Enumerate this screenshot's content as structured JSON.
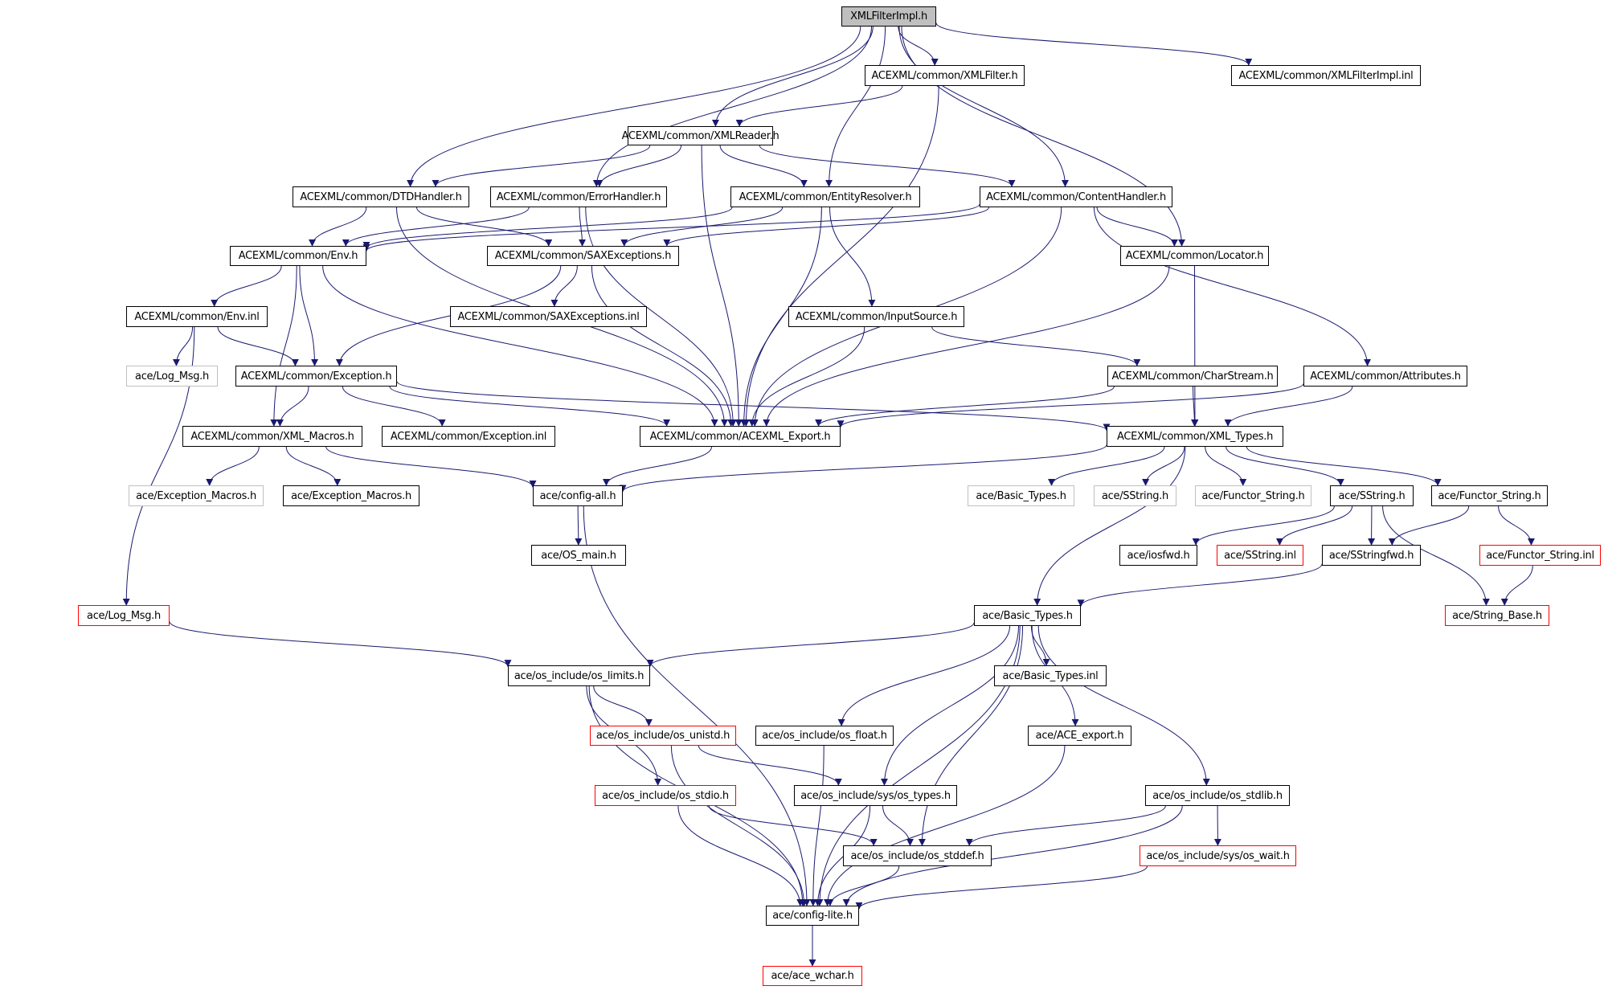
{
  "title": "XMLFilterImpl.h include dependency graph",
  "colors": {
    "edge": "#191970",
    "root_fill": "#bfbfbf",
    "missing_border": "#c0c0c0",
    "external_border": "#ff0000",
    "normal_border": "#000000"
  },
  "nodes": [
    {
      "id": "root",
      "label": "XMLFilterImpl.h",
      "kind": "root"
    },
    {
      "id": "xmlfilter",
      "label": "ACEXML/common/XMLFilter.h",
      "kind": "normal"
    },
    {
      "id": "xmlfilterimplinl",
      "label": "ACEXML/common/XMLFilterImpl.inl",
      "kind": "normal"
    },
    {
      "id": "xmlreader",
      "label": "ACEXML/common/XMLReader.h",
      "kind": "normal"
    },
    {
      "id": "dtdhandler",
      "label": "ACEXML/common/DTDHandler.h",
      "kind": "normal"
    },
    {
      "id": "errorhandler",
      "label": "ACEXML/common/ErrorHandler.h",
      "kind": "normal"
    },
    {
      "id": "entityresolver",
      "label": "ACEXML/common/EntityResolver.h",
      "kind": "normal"
    },
    {
      "id": "contenthandler",
      "label": "ACEXML/common/ContentHandler.h",
      "kind": "normal"
    },
    {
      "id": "envh",
      "label": "ACEXML/common/Env.h",
      "kind": "normal"
    },
    {
      "id": "saxexc",
      "label": "ACEXML/common/SAXExceptions.h",
      "kind": "normal"
    },
    {
      "id": "locator",
      "label": "ACEXML/common/Locator.h",
      "kind": "normal"
    },
    {
      "id": "envinl",
      "label": "ACEXML/common/Env.inl",
      "kind": "normal"
    },
    {
      "id": "saxexcinl",
      "label": "ACEXML/common/SAXExceptions.inl",
      "kind": "normal"
    },
    {
      "id": "inputsource",
      "label": "ACEXML/common/InputSource.h",
      "kind": "normal"
    },
    {
      "id": "logmsg_missing",
      "label": "ace/Log_Msg.h",
      "kind": "missing"
    },
    {
      "id": "exceptionh",
      "label": "ACEXML/common/Exception.h",
      "kind": "normal"
    },
    {
      "id": "charstream",
      "label": "ACEXML/common/CharStream.h",
      "kind": "normal"
    },
    {
      "id": "attributes",
      "label": "ACEXML/common/Attributes.h",
      "kind": "normal"
    },
    {
      "id": "xmlmacros",
      "label": "ACEXML/common/XML_Macros.h",
      "kind": "normal"
    },
    {
      "id": "exceptioninl",
      "label": "ACEXML/common/Exception.inl",
      "kind": "normal"
    },
    {
      "id": "acexmlexport",
      "label": "ACEXML/common/ACEXML_Export.h",
      "kind": "normal"
    },
    {
      "id": "xmltypes",
      "label": "ACEXML/common/XML_Types.h",
      "kind": "normal"
    },
    {
      "id": "excmacros_missing",
      "label": "ace/Exception_Macros.h",
      "kind": "missing"
    },
    {
      "id": "excmacros",
      "label": "ace/Exception_Macros.h",
      "kind": "normal"
    },
    {
      "id": "configall",
      "label": "ace/config-all.h",
      "kind": "normal"
    },
    {
      "id": "basictypes_missing",
      "label": "ace/Basic_Types.h",
      "kind": "missing"
    },
    {
      "id": "sstring_missing",
      "label": "ace/SString.h",
      "kind": "missing"
    },
    {
      "id": "functorstring_missing",
      "label": "ace/Functor_String.h",
      "kind": "missing"
    },
    {
      "id": "sstring",
      "label": "ace/SString.h",
      "kind": "normal"
    },
    {
      "id": "functorstring",
      "label": "ace/Functor_String.h",
      "kind": "normal"
    },
    {
      "id": "osmain",
      "label": "ace/OS_main.h",
      "kind": "normal"
    },
    {
      "id": "iosfwd",
      "label": "ace/iosfwd.h",
      "kind": "normal"
    },
    {
      "id": "sstringinl",
      "label": "ace/SString.inl",
      "kind": "external"
    },
    {
      "id": "sstringfwd",
      "label": "ace/SStringfwd.h",
      "kind": "normal"
    },
    {
      "id": "functorstringinl",
      "label": "ace/Functor_String.inl",
      "kind": "external"
    },
    {
      "id": "logmsg",
      "label": "ace/Log_Msg.h",
      "kind": "external"
    },
    {
      "id": "basictypes",
      "label": "ace/Basic_Types.h",
      "kind": "normal"
    },
    {
      "id": "stringbase",
      "label": "ace/String_Base.h",
      "kind": "external"
    },
    {
      "id": "oslimits",
      "label": "ace/os_include/os_limits.h",
      "kind": "normal"
    },
    {
      "id": "basictypesinl",
      "label": "ace/Basic_Types.inl",
      "kind": "normal"
    },
    {
      "id": "osunistd",
      "label": "ace/os_include/os_unistd.h",
      "kind": "external"
    },
    {
      "id": "osfloat",
      "label": "ace/os_include/os_float.h",
      "kind": "normal"
    },
    {
      "id": "aceexport",
      "label": "ace/ACE_export.h",
      "kind": "normal"
    },
    {
      "id": "osstdio",
      "label": "ace/os_include/os_stdio.h",
      "kind": "external"
    },
    {
      "id": "ostypes",
      "label": "ace/os_include/sys/os_types.h",
      "kind": "normal"
    },
    {
      "id": "osstdlib",
      "label": "ace/os_include/os_stdlib.h",
      "kind": "normal"
    },
    {
      "id": "osstddef",
      "label": "ace/os_include/os_stddef.h",
      "kind": "normal"
    },
    {
      "id": "oswait",
      "label": "ace/os_include/sys/os_wait.h",
      "kind": "external"
    },
    {
      "id": "configlite",
      "label": "ace/config-lite.h",
      "kind": "normal"
    },
    {
      "id": "acewchar",
      "label": "ace/ace_wchar.h",
      "kind": "external"
    }
  ],
  "edges": [
    [
      "root",
      "xmlfilter"
    ],
    [
      "root",
      "xmlfilterimplinl"
    ],
    [
      "root",
      "xmlreader"
    ],
    [
      "root",
      "dtdhandler"
    ],
    [
      "root",
      "errorhandler"
    ],
    [
      "root",
      "entityresolver"
    ],
    [
      "root",
      "contenthandler"
    ],
    [
      "root",
      "locator"
    ],
    [
      "xmlfilter",
      "xmlreader"
    ],
    [
      "xmlfilter",
      "acexmlexport"
    ],
    [
      "xmlreader",
      "dtdhandler"
    ],
    [
      "xmlreader",
      "errorhandler"
    ],
    [
      "xmlreader",
      "entityresolver"
    ],
    [
      "xmlreader",
      "contenthandler"
    ],
    [
      "xmlreader",
      "acexmlexport"
    ],
    [
      "dtdhandler",
      "envh"
    ],
    [
      "dtdhandler",
      "saxexc"
    ],
    [
      "dtdhandler",
      "acexmlexport"
    ],
    [
      "errorhandler",
      "envh"
    ],
    [
      "errorhandler",
      "saxexc"
    ],
    [
      "errorhandler",
      "acexmlexport"
    ],
    [
      "entityresolver",
      "envh"
    ],
    [
      "entityresolver",
      "saxexc"
    ],
    [
      "entityresolver",
      "inputsource"
    ],
    [
      "entityresolver",
      "acexmlexport"
    ],
    [
      "contenthandler",
      "envh"
    ],
    [
      "contenthandler",
      "saxexc"
    ],
    [
      "contenthandler",
      "locator"
    ],
    [
      "contenthandler",
      "attributes"
    ],
    [
      "contenthandler",
      "acexmlexport"
    ],
    [
      "envh",
      "envinl"
    ],
    [
      "envh",
      "exceptionh"
    ],
    [
      "envh",
      "xmlmacros"
    ],
    [
      "envh",
      "acexmlexport"
    ],
    [
      "saxexc",
      "saxexcinl"
    ],
    [
      "saxexc",
      "exceptionh"
    ],
    [
      "saxexc",
      "acexmlexport"
    ],
    [
      "locator",
      "acexmlexport"
    ],
    [
      "locator",
      "xmltypes"
    ],
    [
      "envinl",
      "logmsg_missing"
    ],
    [
      "envinl",
      "exceptionh"
    ],
    [
      "envinl",
      "logmsg"
    ],
    [
      "inputsource",
      "charstream"
    ],
    [
      "inputsource",
      "acexmlexport"
    ],
    [
      "exceptionh",
      "xmlmacros"
    ],
    [
      "exceptionh",
      "exceptioninl"
    ],
    [
      "exceptionh",
      "acexmlexport"
    ],
    [
      "exceptionh",
      "xmltypes"
    ],
    [
      "charstream",
      "xmltypes"
    ],
    [
      "charstream",
      "acexmlexport"
    ],
    [
      "attributes",
      "xmltypes"
    ],
    [
      "attributes",
      "acexmlexport"
    ],
    [
      "xmlmacros",
      "excmacros_missing"
    ],
    [
      "xmlmacros",
      "excmacros"
    ],
    [
      "xmlmacros",
      "configall"
    ],
    [
      "acexmlexport",
      "configall"
    ],
    [
      "xmltypes",
      "configall"
    ],
    [
      "xmltypes",
      "basictypes_missing"
    ],
    [
      "xmltypes",
      "sstring_missing"
    ],
    [
      "xmltypes",
      "functorstring_missing"
    ],
    [
      "xmltypes",
      "sstring"
    ],
    [
      "xmltypes",
      "functorstring"
    ],
    [
      "xmltypes",
      "basictypes"
    ],
    [
      "configall",
      "osmain"
    ],
    [
      "configall",
      "configlite"
    ],
    [
      "sstring",
      "iosfwd"
    ],
    [
      "sstring",
      "sstringinl"
    ],
    [
      "sstring",
      "sstringfwd"
    ],
    [
      "sstring",
      "stringbase"
    ],
    [
      "functorstring",
      "sstringfwd"
    ],
    [
      "functorstring",
      "functorstringinl"
    ],
    [
      "sstringfwd",
      "basictypes"
    ],
    [
      "functorstringinl",
      "stringbase"
    ],
    [
      "logmsg",
      "oslimits"
    ],
    [
      "basictypes",
      "oslimits"
    ],
    [
      "basictypes",
      "basictypesinl"
    ],
    [
      "basictypes",
      "osfloat"
    ],
    [
      "basictypes",
      "aceexport"
    ],
    [
      "basictypes",
      "ostypes"
    ],
    [
      "basictypes",
      "osstddef"
    ],
    [
      "basictypes",
      "osstdlib"
    ],
    [
      "basictypes",
      "configlite"
    ],
    [
      "oslimits",
      "osunistd"
    ],
    [
      "oslimits",
      "osstdio"
    ],
    [
      "oslimits",
      "configlite"
    ],
    [
      "osunistd",
      "ostypes"
    ],
    [
      "osunistd",
      "configlite"
    ],
    [
      "osfloat",
      "configlite"
    ],
    [
      "aceexport",
      "configlite"
    ],
    [
      "osstdio",
      "osstddef"
    ],
    [
      "osstdio",
      "configlite"
    ],
    [
      "ostypes",
      "osstddef"
    ],
    [
      "ostypes",
      "configlite"
    ],
    [
      "osstdlib",
      "osstddef"
    ],
    [
      "osstdlib",
      "oswait"
    ],
    [
      "osstdlib",
      "configlite"
    ],
    [
      "osstddef",
      "configlite"
    ],
    [
      "oswait",
      "configlite"
    ],
    [
      "configlite",
      "acewchar"
    ]
  ]
}
